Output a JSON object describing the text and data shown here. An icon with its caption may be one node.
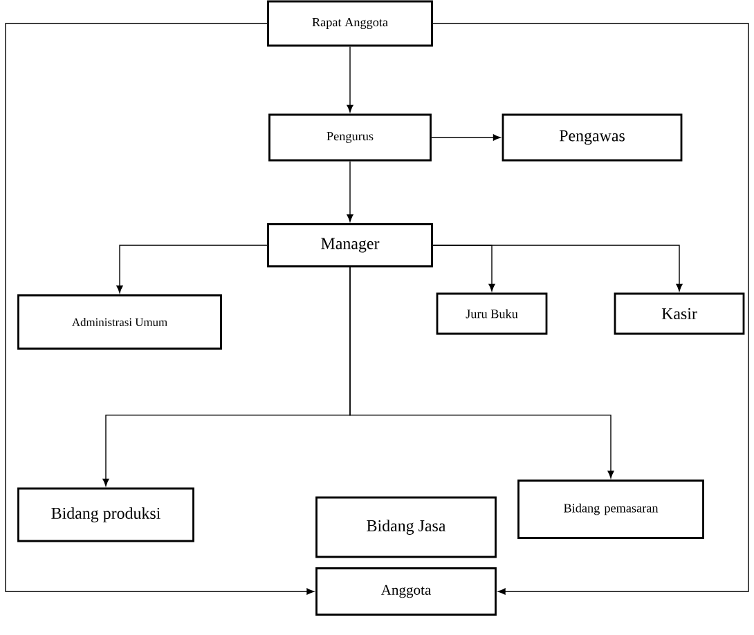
{
  "diagram": {
    "nodes": [
      {
        "text": [
          "Rapat Anggota"
        ]
      },
      {
        "text": [
          "Pengurus"
        ]
      },
      {
        "text": [
          "Pengawas"
        ]
      },
      {
        "text": [
          "Manager"
        ]
      },
      {
        "text": [
          "Administrasi Umum"
        ]
      },
      {
        "text": [
          "Juru Buku"
        ]
      },
      {
        "text": [
          "Kasir"
        ]
      },
      {
        "text": [
          "Bidang produksi"
        ]
      },
      {
        "text": [
          "Bidang pemasaran"
        ]
      },
      {
        "text": [
          "Bidang Jasa"
        ]
      },
      {
        "text": [
          "Anggota"
        ]
      }
    ],
    "edges": [
      {
        "from": 0,
        "to": 1,
        "arrow": "to"
      },
      {
        "from": 1,
        "to": 2,
        "arrow": "to"
      },
      {
        "from": 1,
        "to": 3,
        "arrow": "to"
      },
      {
        "from": 3,
        "to": 4,
        "arrow": "to"
      },
      {
        "from": 3,
        "to": 5,
        "arrow": "to"
      },
      {
        "from": 3,
        "to": 6,
        "arrow": "to"
      },
      {
        "from": 3,
        "to": 7,
        "arrow": "to"
      },
      {
        "from": 3,
        "to": 8,
        "arrow": "to"
      },
      {
        "from": 0,
        "to": 10,
        "arrow": "to"
      },
      {
        "from": 0,
        "to": 10,
        "arrow": "to"
      }
    ]
  }
}
